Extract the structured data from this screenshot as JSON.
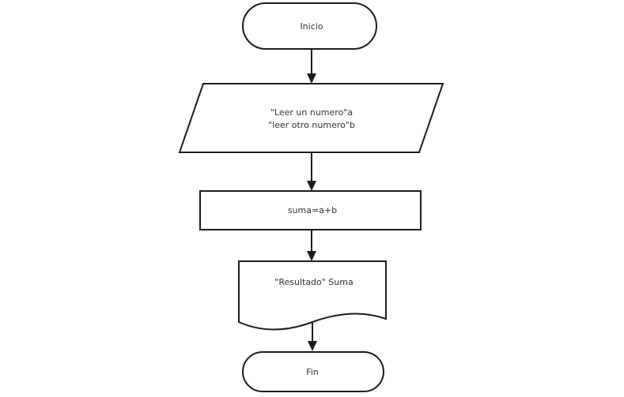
{
  "diagram": {
    "type": "flowchart",
    "colors": {
      "stroke": "#1c1c1c",
      "text": "#333333",
      "fill": "#ffffff",
      "background": "#ffffff"
    },
    "nodes": {
      "start": {
        "shape": "terminator",
        "label": "Inicio"
      },
      "read_input": {
        "shape": "parallelogram-io",
        "lines": [
          "\"Leer un numero\"a",
          "\"leer otro numero\"b"
        ]
      },
      "process": {
        "shape": "rectangle-process",
        "label": "suma=a+b"
      },
      "output": {
        "shape": "document",
        "label": "\"Resultado\" Suma"
      },
      "end": {
        "shape": "terminator",
        "label": "Fin"
      }
    },
    "edges": [
      {
        "from": "start",
        "to": "read_input"
      },
      {
        "from": "read_input",
        "to": "process"
      },
      {
        "from": "process",
        "to": "output"
      },
      {
        "from": "output",
        "to": "end"
      }
    ]
  }
}
